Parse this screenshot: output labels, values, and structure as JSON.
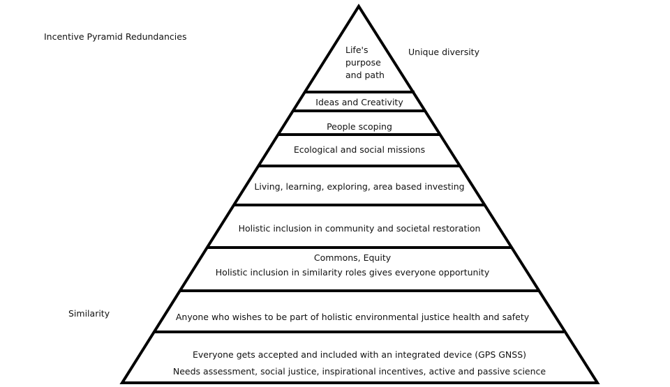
{
  "diagram": {
    "title": "Incentive Pyramid Redundancies",
    "top_label": "Unique diversity",
    "bottom_label": "Similarity",
    "levels": [
      {
        "lines": [
          "Life's",
          "purpose",
          "and path"
        ]
      },
      {
        "lines": [
          "Ideas and Creativity"
        ]
      },
      {
        "lines": [
          "People scoping"
        ]
      },
      {
        "lines": [
          "Ecological and social missions"
        ]
      },
      {
        "lines": [
          "Living, learning, exploring, area based investing"
        ]
      },
      {
        "lines": [
          "Holistic inclusion in community and societal restoration"
        ]
      },
      {
        "lines": [
          "Commons, Equity",
          "Holistic inclusion in similarity roles gives everyone opportunity"
        ]
      },
      {
        "lines": [
          "Anyone who wishes to be part of holistic environmental justice health and safety"
        ]
      },
      {
        "lines": [
          "Everyone gets accepted and included with an integrated device (GPS GNSS)",
          "Needs assessment, social justice, inspirational incentives, active and passive science"
        ]
      }
    ]
  }
}
